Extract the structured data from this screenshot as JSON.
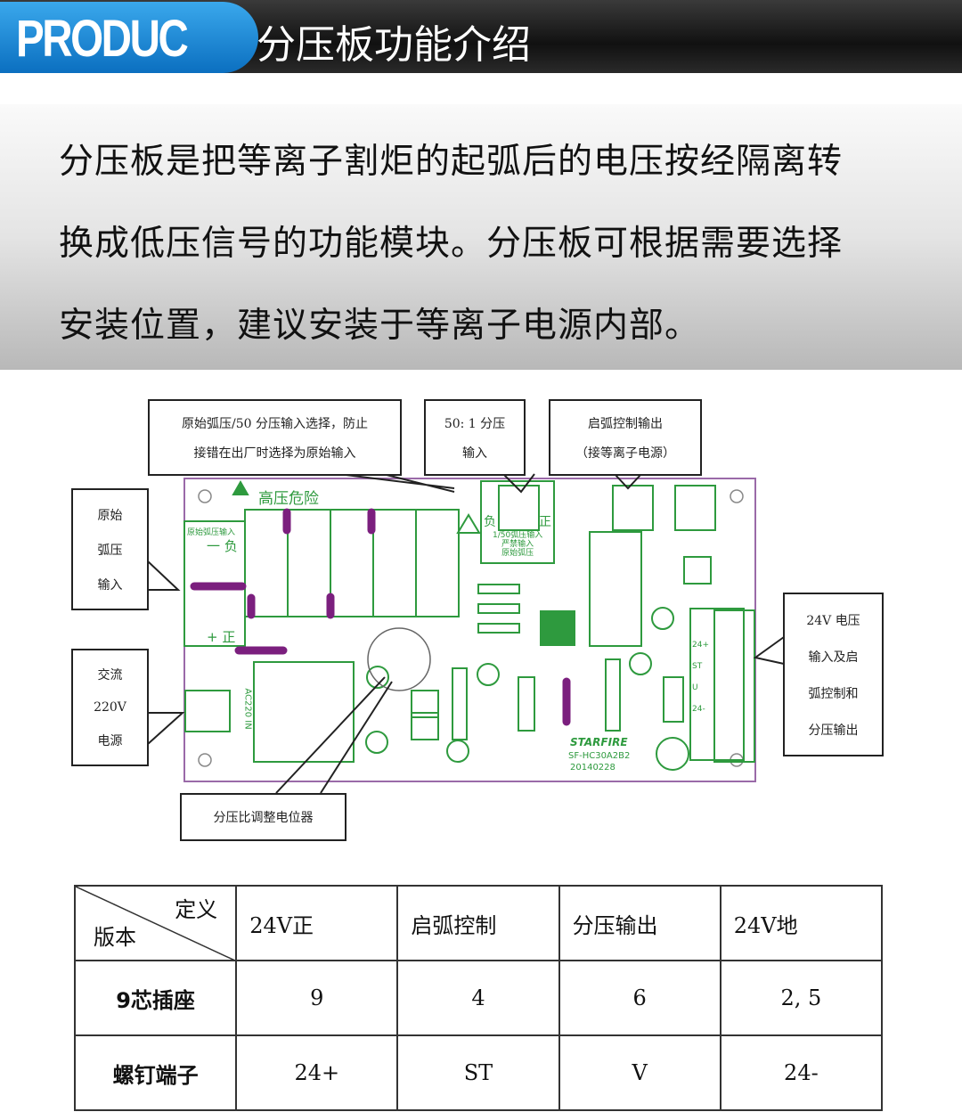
{
  "header": {
    "brand": "PRODUC",
    "title": "分压板功能介绍"
  },
  "intro": {
    "lines": [
      "分压板是把等离子割炬的起弧后的电压按经隔离转",
      "换成低压信号的功能模块。分压板可根据需要选择",
      "安装位置，建议安装于等离子电源内部。"
    ]
  },
  "callouts": {
    "select": [
      "原始弧压/50 分压输入选择，防止",
      "接错在出厂时选择为原始输入"
    ],
    "div_input": [
      "50: 1 分压",
      "输入"
    ],
    "arc_out": [
      "启弧控制输出",
      "（接等离子电源）"
    ],
    "raw": [
      "原始",
      "弧压",
      "输入"
    ],
    "ac": [
      "交流",
      "220V",
      "电源"
    ],
    "dc": [
      "24V 电压",
      "输入及启",
      "弧控制和",
      "分压输出"
    ],
    "pot": [
      "分压比调整电位器"
    ]
  },
  "board": {
    "warning": "高压危险",
    "j2": "原始弧压输入",
    "j2_neg": "一 负",
    "j2_pos": "+ 正",
    "j6_note": [
      "1/50弧压输入",
      "严禁输入",
      "原始弧压"
    ],
    "j6_neg": "负",
    "j6_pos": "正",
    "j7_pins": [
      "24+",
      "ST",
      "U",
      "24-"
    ],
    "ac_label": "AC220 IN",
    "brand": "STARFIRE",
    "model": "SF-HC30A2B2",
    "date": "20140228",
    "colors": {
      "outline": "#9a6aa8",
      "trace": "#2e9a3e",
      "jumper": "#7b1f7e"
    }
  },
  "table": {
    "corner_top": "定义",
    "corner_bottom": "版本",
    "headers": [
      "24V正",
      "启弧控制",
      "分压输出",
      "24V地"
    ],
    "rows": [
      {
        "label": "9芯插座",
        "values": [
          "9",
          "4",
          "6",
          "2, 5"
        ]
      },
      {
        "label": "螺钉端子",
        "values": [
          "24+",
          "ST",
          "V",
          "24-"
        ]
      }
    ]
  }
}
